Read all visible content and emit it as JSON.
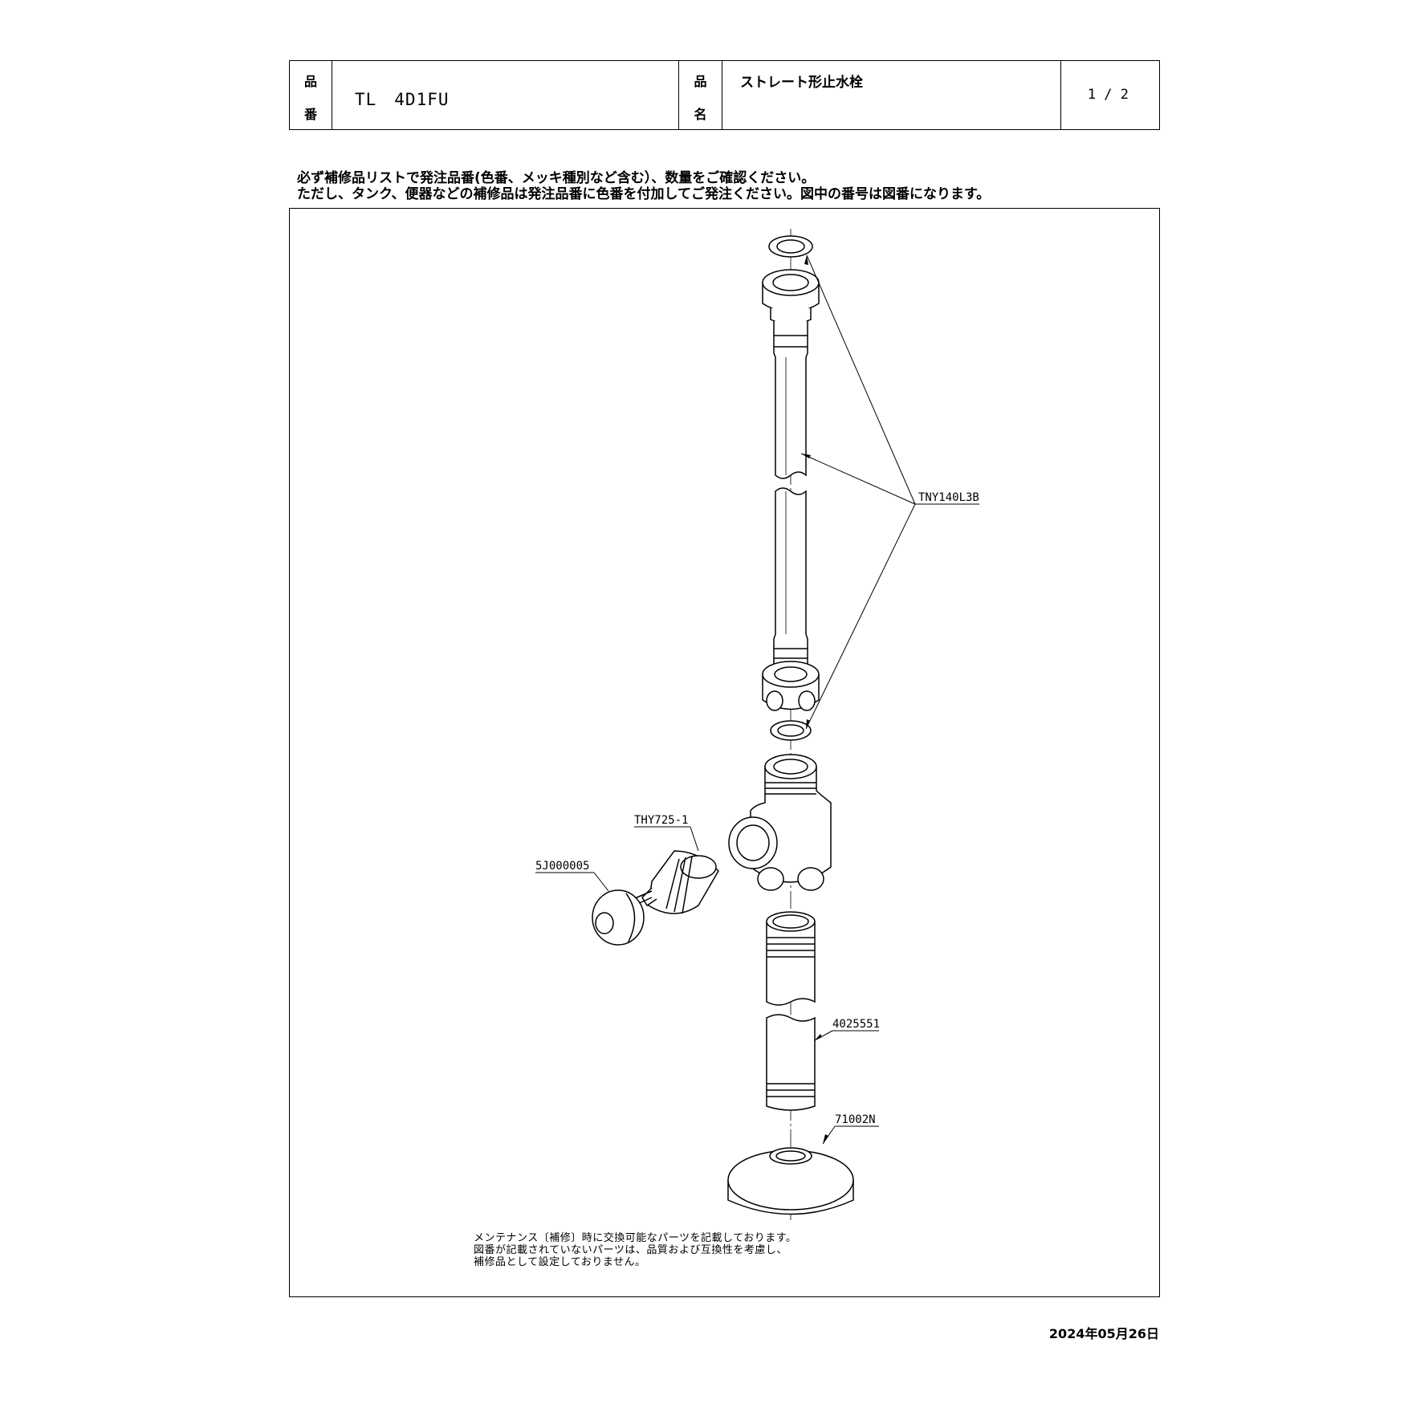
{
  "header": {
    "code_label_top": "品",
    "code_label_bottom": "番",
    "product_code": "TL　4D1FU",
    "name_label_top": "品",
    "name_label_bottom": "名",
    "product_name": "ストレート形止水栓",
    "page": "1 / 2"
  },
  "notice": {
    "line1": "必ず補修品リストで発注品番(色番、メッキ種別など含む）、数量をご確認ください。",
    "line2": "ただし、タンク、便器などの補修品は発注品番に色番を付加してご発注ください。図中の番号は図番になります。"
  },
  "parts": {
    "hose": "TNY140L3B",
    "cartridge": "THY725-1",
    "handle": "5J000005",
    "pipe": "4025551",
    "flange": "71002N"
  },
  "footnote": {
    "line1": "メンテナンス〔補修〕時に交換可能なパーツを記載しております。",
    "line2": "図番が記載されていないパーツは、品質および互換性を考慮し、",
    "line3": "補修品として設定しておりません。"
  },
  "date": "2024年05月26日"
}
